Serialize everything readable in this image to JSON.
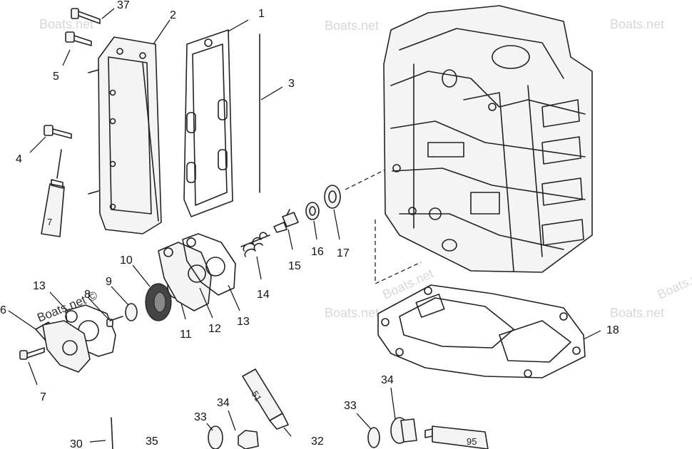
{
  "watermarks": [
    "Boats.net",
    "Boats.net",
    "Boats.net",
    "Boats.net",
    "Boats.net",
    "Boats.net",
    "Boats.net"
  ],
  "watermark_copyright": "Boats.net ©",
  "callouts": {
    "c1": "1",
    "c2": "2",
    "c3": "3",
    "c4": "4",
    "c5": "5",
    "c6": "6",
    "c7a": "7",
    "c8": "8",
    "c9": "9",
    "c10": "10",
    "c11": "11",
    "c12": "12",
    "c13a": "13",
    "c13b": "13",
    "c14": "14",
    "c15": "15",
    "c16": "16",
    "c17": "17",
    "c18": "18",
    "c30": "30",
    "c32": "32",
    "c33a": "33",
    "c33b": "33",
    "c34a": "34",
    "c34b": "34",
    "c35": "35",
    "c37": "37"
  },
  "tube_labels": {
    "t7": "7",
    "t51": "51",
    "t95": "95"
  }
}
